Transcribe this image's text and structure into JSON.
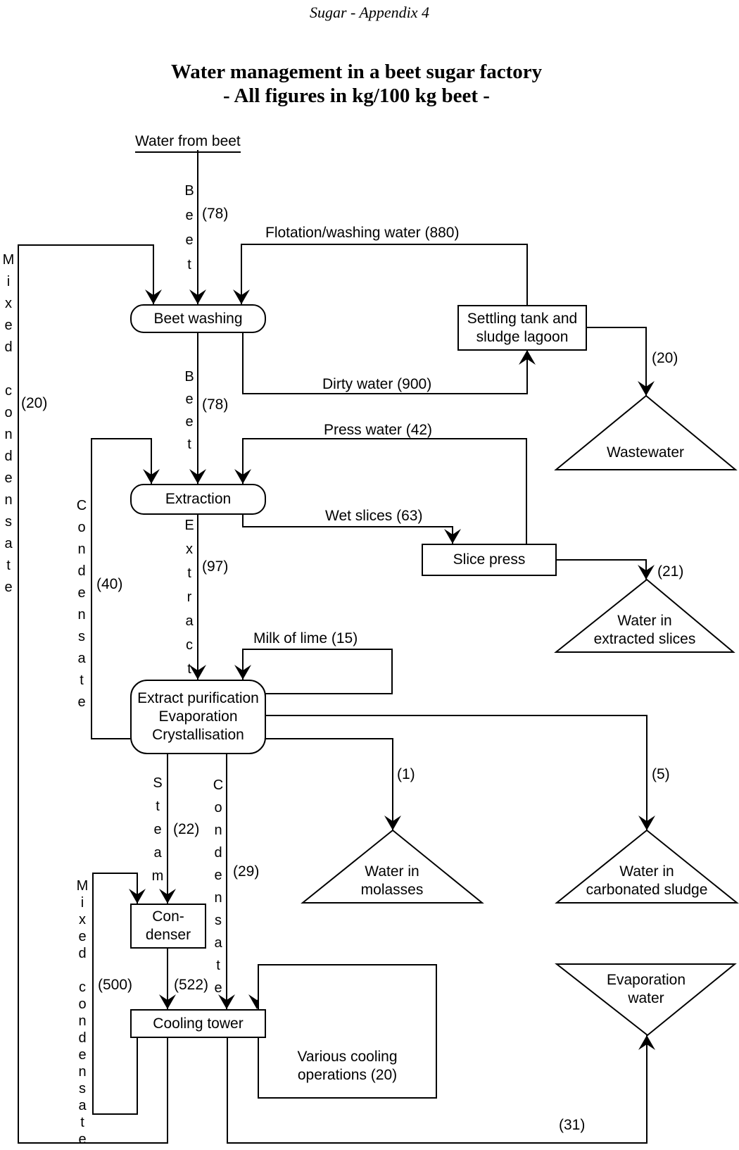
{
  "header": {
    "appendix": "Sugar - Appendix 4",
    "title_line1": "Water management in a beet sugar factory",
    "title_line2": "- All figures in kg/100 kg beet -"
  },
  "nodes": {
    "water_from_beet": {
      "label": "Water from beet"
    },
    "beet_washing": {
      "label": "Beet washing"
    },
    "settling_tank": {
      "line1": "Settling tank and",
      "line2": "sludge lagoon"
    },
    "extraction": {
      "label": "Extraction"
    },
    "slice_press": {
      "label": "Slice press"
    },
    "extract_purification": {
      "line1": "Extract purification",
      "line2": "Evaporation",
      "line3": "Crystallisation"
    },
    "condenser": {
      "line1": "Con-",
      "line2": "denser"
    },
    "cooling_tower": {
      "label": "Cooling tower"
    },
    "various_cooling": {
      "line1": "Various cooling",
      "line2": "operations (20)"
    }
  },
  "sinks": {
    "wastewater": {
      "label": "Wastewater"
    },
    "extracted_slices": {
      "line1": "Water in",
      "line2": "extracted slices"
    },
    "molasses": {
      "line1": "Water in",
      "line2": "molasses"
    },
    "carbonated_sludge": {
      "line1": "Water in",
      "line2": "carbonated sludge"
    },
    "evaporation_water": {
      "line1": "Evaporation",
      "line2": "water"
    }
  },
  "flows": {
    "beet_in": {
      "label": "Beet",
      "value": "(78)"
    },
    "beet_washed": {
      "label": "Beet",
      "value": "(78)"
    },
    "flotation": {
      "label": "Flotation/washing water (880)"
    },
    "dirty_water": {
      "label": "Dirty water (900)"
    },
    "press_water": {
      "label": "Press water (42)"
    },
    "wet_slices": {
      "label": "Wet slices (63)"
    },
    "milk_of_lime": {
      "label": "Milk of lime (15)"
    },
    "extract": {
      "label": "Extract",
      "value": "(97)"
    },
    "condensate_extraction": {
      "label": "Condensate",
      "value": "(40)"
    },
    "steam": {
      "label": "Steam",
      "value": "(22)"
    },
    "condensate_cooling": {
      "label": "Condensate",
      "value": "(29)"
    },
    "mixed_condensate_left": {
      "label": "Mixed condensate",
      "value": "(20)"
    },
    "mixed_condensate_condenser": {
      "label": "Mixed condensate",
      "value": "(500)"
    },
    "condenser_out": {
      "value": "(522)"
    },
    "wastewater_out": {
      "value": "(20)"
    },
    "extracted_slices_out": {
      "value": "(21)"
    },
    "molasses_out": {
      "value": "(1)"
    },
    "carbonated_out": {
      "value": "(5)"
    },
    "evaporation_out": {
      "value": "(31)"
    }
  }
}
